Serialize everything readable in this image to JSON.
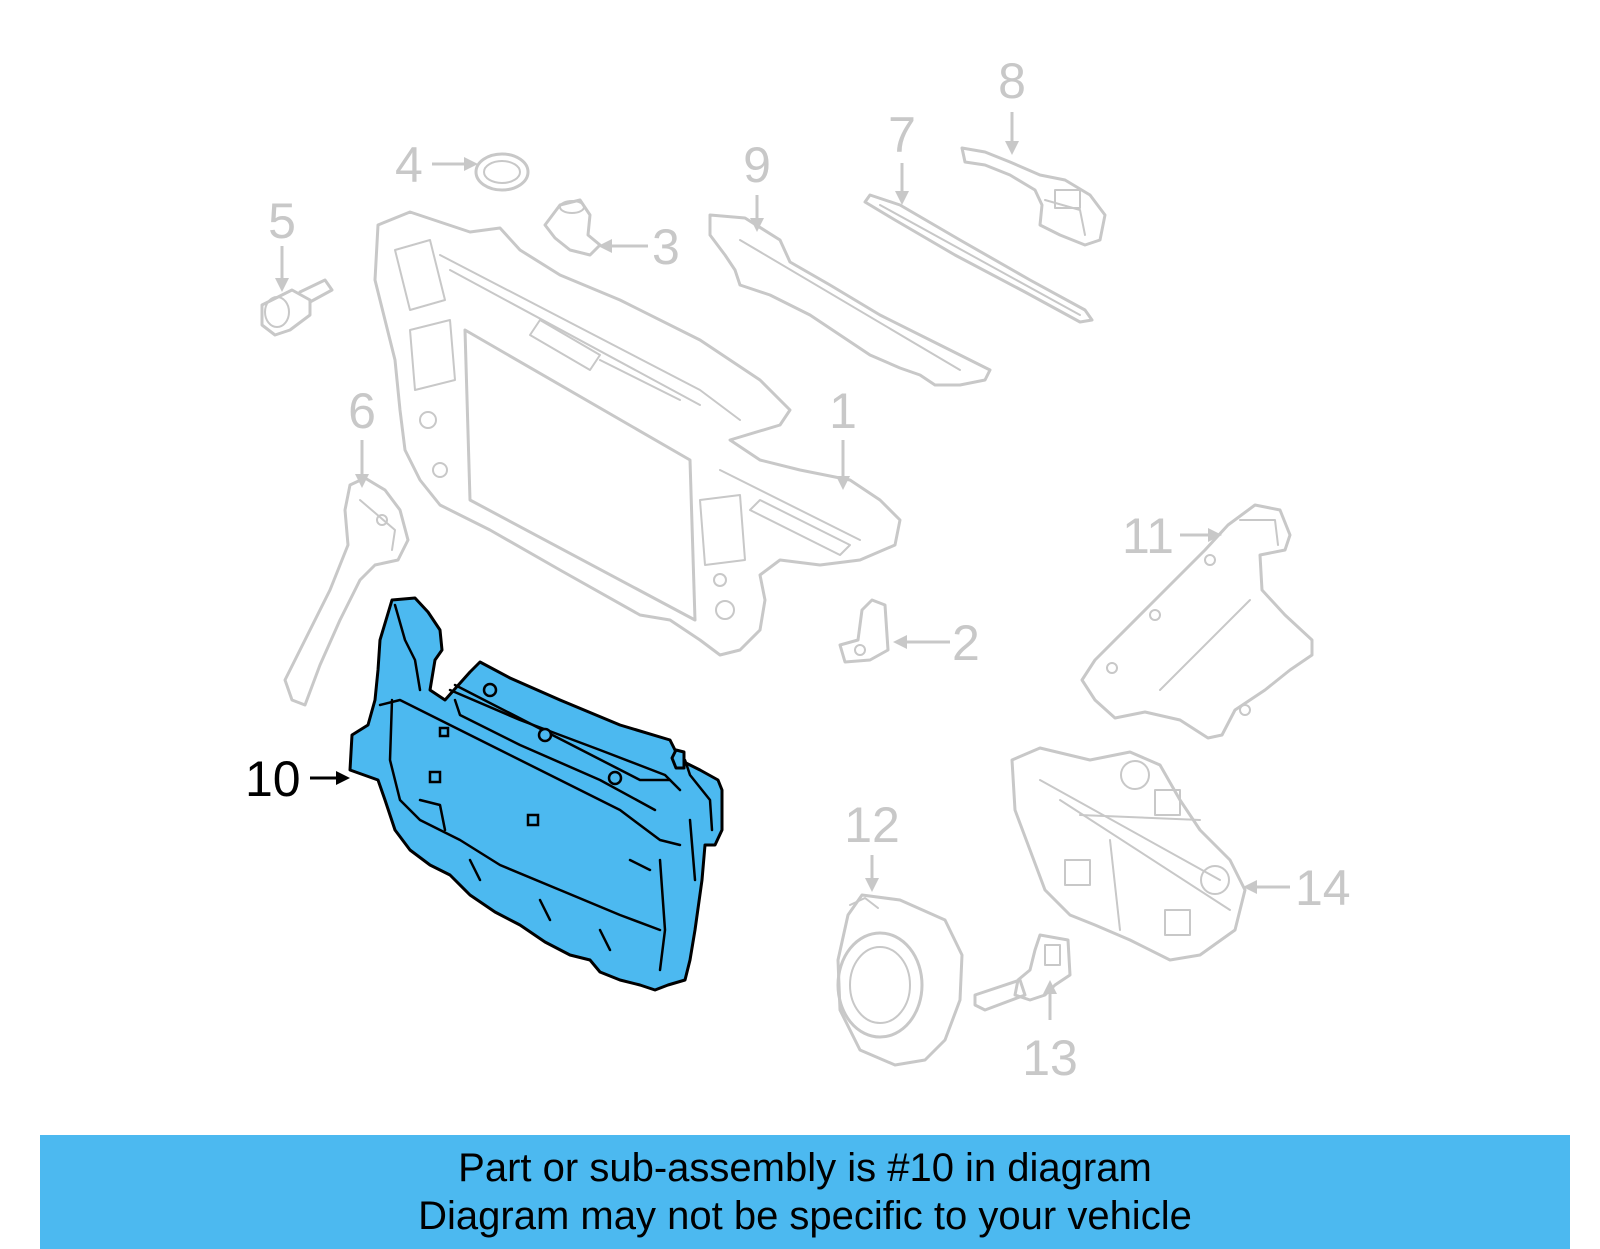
{
  "diagram": {
    "callouts": [
      {
        "id": "1",
        "label": "1"
      },
      {
        "id": "2",
        "label": "2"
      },
      {
        "id": "3",
        "label": "3"
      },
      {
        "id": "4",
        "label": "4"
      },
      {
        "id": "5",
        "label": "5"
      },
      {
        "id": "6",
        "label": "6"
      },
      {
        "id": "7",
        "label": "7"
      },
      {
        "id": "8",
        "label": "8"
      },
      {
        "id": "9",
        "label": "9"
      },
      {
        "id": "10",
        "label": "10"
      },
      {
        "id": "11",
        "label": "11"
      },
      {
        "id": "12",
        "label": "12"
      },
      {
        "id": "13",
        "label": "13"
      },
      {
        "id": "14",
        "label": "14"
      }
    ],
    "highlighted_part": "10",
    "colors": {
      "highlight": "#4cb9f0",
      "inactive_lines": "#c8c8c8",
      "active_text": "#000000",
      "banner": "#4cb9f0"
    }
  },
  "banner": {
    "line1": "Part or sub-assembly is #10 in diagram",
    "line2": "Diagram may not be specific to your vehicle"
  }
}
